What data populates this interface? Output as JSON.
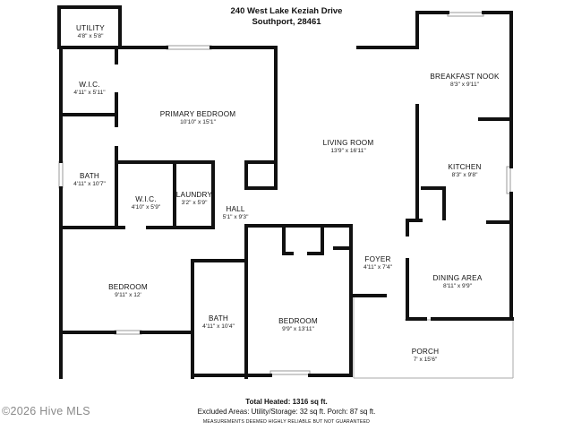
{
  "header": {
    "address_line": "240 West Lake Keziah Drive",
    "city_line": "Southport, 28461"
  },
  "rooms": [
    {
      "id": "utility",
      "name": "UTILITY",
      "dims": "4'8\" x 5'8\""
    },
    {
      "id": "wic-1",
      "name": "W.I.C.",
      "dims": "4'11\" x 5'11\""
    },
    {
      "id": "primary-bedroom",
      "name": "PRIMARY BEDROOM",
      "dims": "10'10\" x 15'1\""
    },
    {
      "id": "living-room",
      "name": "LIVING ROOM",
      "dims": "13'9\" x 16'11\""
    },
    {
      "id": "breakfast-nook",
      "name": "BREAKFAST NOOK",
      "dims": "8'3\" x 9'11\""
    },
    {
      "id": "kitchen",
      "name": "KITCHEN",
      "dims": "8'3\" x 9'8\""
    },
    {
      "id": "bath-1",
      "name": "BATH",
      "dims": "4'11\" x 10'7\""
    },
    {
      "id": "wic-2",
      "name": "W.I.C.",
      "dims": "4'10\" x 5'9\""
    },
    {
      "id": "laundry",
      "name": "LAUNDRY",
      "dims": "3'2\" x 5'9\""
    },
    {
      "id": "hall",
      "name": "HALL",
      "dims": "5'1\" x 9'3\""
    },
    {
      "id": "foyer",
      "name": "FOYER",
      "dims": "4'11\" x 7'4\""
    },
    {
      "id": "bedroom-1",
      "name": "BEDROOM",
      "dims": "9'11\" x 12'"
    },
    {
      "id": "dining-area",
      "name": "DINING AREA",
      "dims": "8'11\" x 9'9\""
    },
    {
      "id": "bath-2",
      "name": "BATH",
      "dims": "4'11\" x 10'4\""
    },
    {
      "id": "bedroom-2",
      "name": "BEDROOM",
      "dims": "9'9\" x 13'11\""
    },
    {
      "id": "porch",
      "name": "PORCH",
      "dims": "7' x 15'6\""
    }
  ],
  "footer": {
    "total_heated": "Total Heated: 1316 sq ft.",
    "excluded": "Excluded Areas: Utility/Storage: 32 sq ft. Porch: 87 sq ft.",
    "disclaimer": "MEASUREMENTS DEEMED HIGHLY RELIABLE BUT NOT GUARANTEED"
  },
  "watermark": "©2026 Hive MLS",
  "colors": {
    "wall": "#111111",
    "window": "#999999",
    "porch_outline": "#aaaaaa",
    "watermark": "#8a8a8a"
  }
}
